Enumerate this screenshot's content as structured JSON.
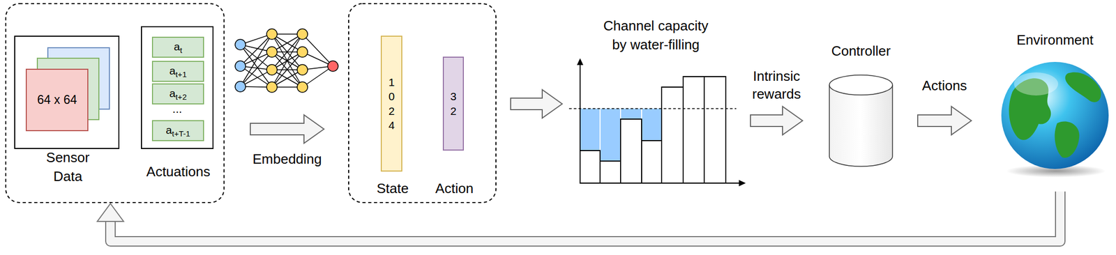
{
  "diagram": {
    "nodes": [
      {
        "text": [
          "Sensor Data"
        ]
      },
      {
        "text": [
          "64 x 64"
        ],
        "in": 0
      },
      {
        "text": [
          "Actuations"
        ]
      },
      {
        "text": [
          "a",
          "t"
        ],
        "in": 2
      },
      {
        "text": [
          "a",
          "t+1"
        ],
        "in": 2
      },
      {
        "text": [
          "a",
          "t+2"
        ],
        "in": 2
      },
      {
        "text": [
          "a",
          "t+T-1"
        ],
        "in": 2
      },
      {
        "text": [
          "1024",
          "State"
        ]
      },
      {
        "text": [
          "32",
          "Action"
        ]
      },
      {
        "text": [
          "Channel capacity by water-filling"
        ]
      },
      {
        "text": [
          "Controller"
        ]
      },
      {
        "text": [
          "Environment"
        ]
      }
    ],
    "edges": [
      {
        "from": 2,
        "to": 7,
        "arrow": "to",
        "label": "Embedding"
      },
      {
        "from": 8,
        "to": 9,
        "arrow": "to"
      },
      {
        "from": 9,
        "to": 10,
        "arrow": "to",
        "label": "Intrinsic rewards"
      },
      {
        "from": 10,
        "to": 11,
        "arrow": "to",
        "label": "Actions"
      },
      {
        "from": 11,
        "to": 0,
        "arrow": "to"
      }
    ],
    "labels": [
      "..."
    ]
  }
}
